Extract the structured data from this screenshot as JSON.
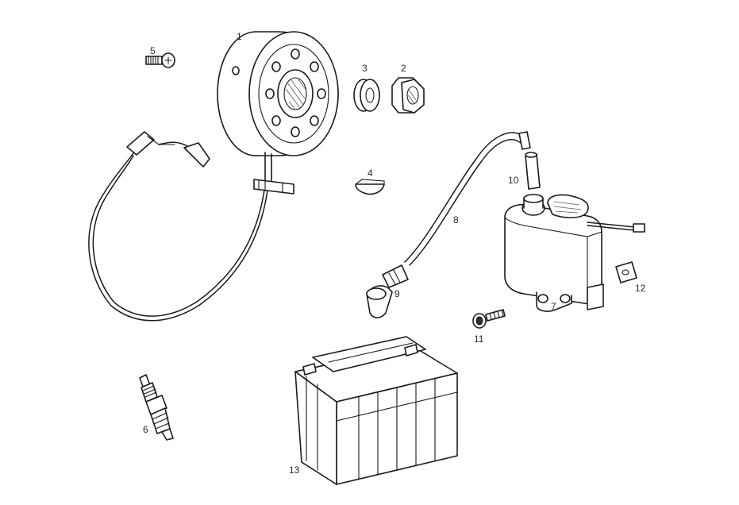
{
  "callouts": {
    "p1": "1",
    "p2": "2",
    "p3": "3",
    "p4": "4",
    "p5": "5",
    "p6": "6",
    "p7": "7",
    "p8": "8",
    "p9": "9",
    "p10": "10",
    "p11": "11",
    "p12": "12",
    "p13": "13"
  }
}
